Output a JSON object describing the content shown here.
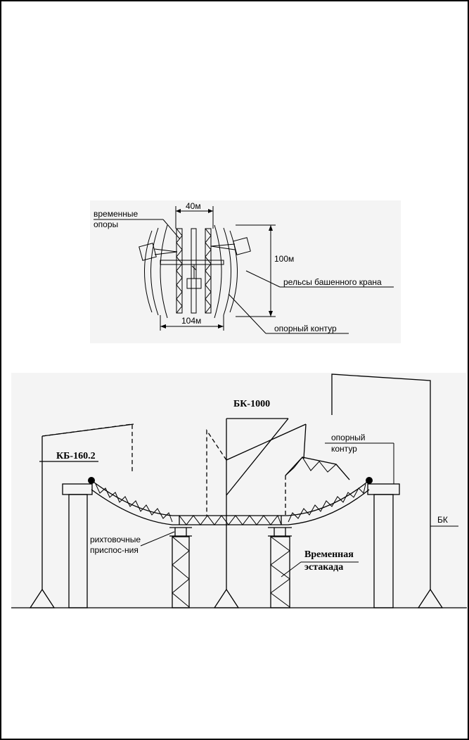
{
  "plan": {
    "dim_width_top": "40м",
    "dim_height": "100м",
    "dim_width_bottom": "104м",
    "label_temp_supports_line1": "временные",
    "label_temp_supports_line2": "опоры",
    "label_crane_rails": "рельсы башенного крана",
    "label_support_contour": "опорный контур"
  },
  "elevation": {
    "label_bk1000": "БК-1000",
    "label_kb160": "КБ-160.2",
    "label_support_contour_line1": "опорный",
    "label_support_contour_line2": "контур",
    "label_bk": "БК",
    "label_adjust_line1": "рихтовочные",
    "label_adjust_line2": "приспос-ния",
    "label_temp_trestle_line1": "Временная",
    "label_temp_trestle_line2": "эстакада"
  }
}
